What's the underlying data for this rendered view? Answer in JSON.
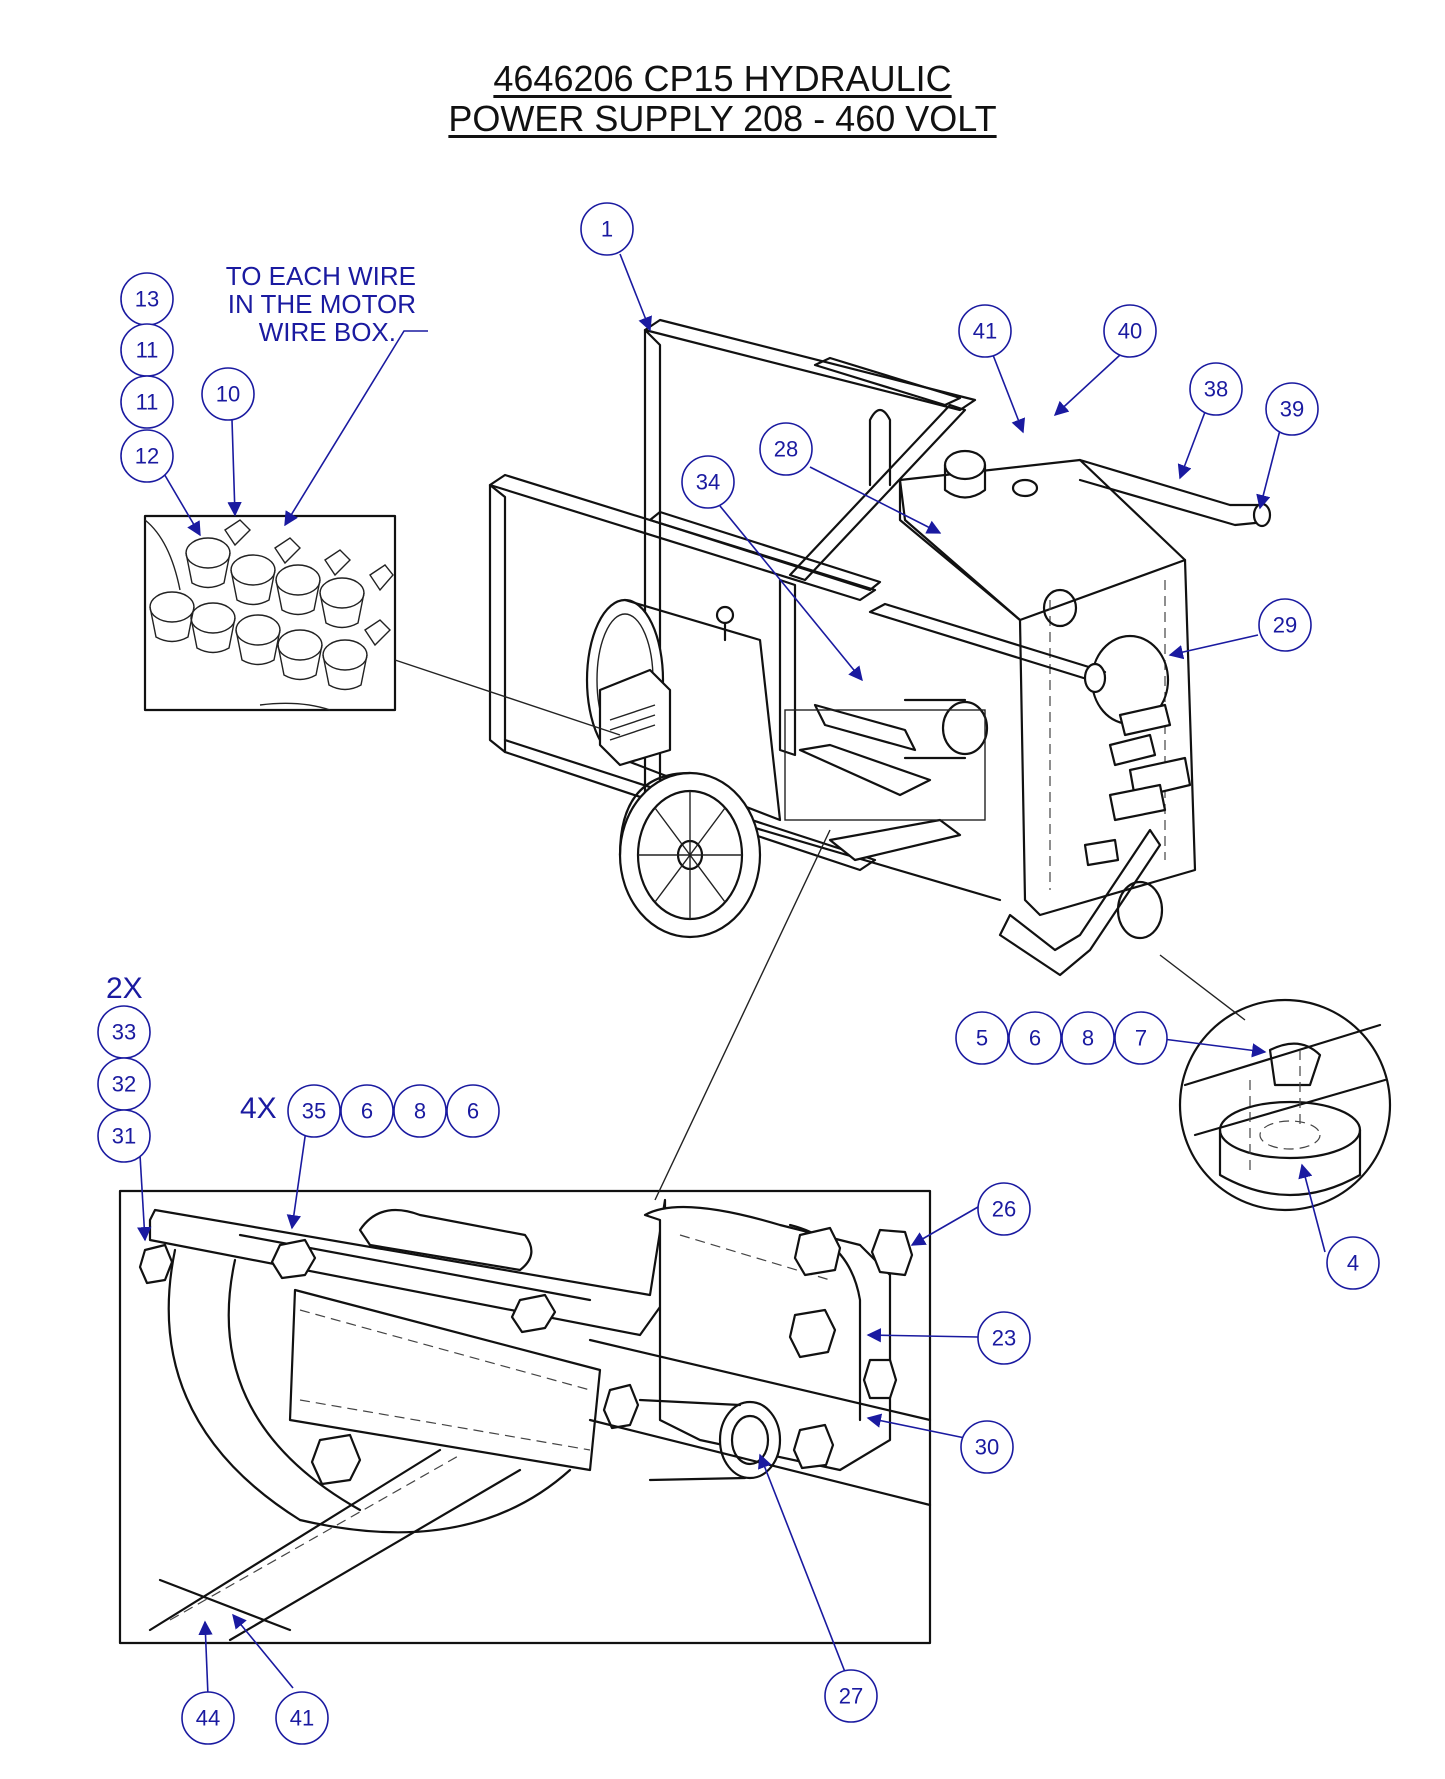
{
  "title": {
    "line1": "4646206 CP15 HYDRAULIC",
    "line2": "POWER SUPPLY 208 - 460 VOLT"
  },
  "notes": {
    "wire_note_line1": "TO EACH WIRE",
    "wire_note_line2": "IN THE MOTOR",
    "wire_note_line3": "WIRE BOX.",
    "mult_2x": "2X",
    "mult_4x": "4X"
  },
  "balloons": [
    {
      "id": "b1",
      "label": "1"
    },
    {
      "id": "b13",
      "label": "13"
    },
    {
      "id": "b11a",
      "label": "11"
    },
    {
      "id": "b11b",
      "label": "11"
    },
    {
      "id": "b12",
      "label": "12"
    },
    {
      "id": "b10",
      "label": "10"
    },
    {
      "id": "b41a",
      "label": "41"
    },
    {
      "id": "b40",
      "label": "40"
    },
    {
      "id": "b38",
      "label": "38"
    },
    {
      "id": "b39",
      "label": "39"
    },
    {
      "id": "b28",
      "label": "28"
    },
    {
      "id": "b34",
      "label": "34"
    },
    {
      "id": "b29",
      "label": "29"
    },
    {
      "id": "b5",
      "label": "5"
    },
    {
      "id": "b6a",
      "label": "6"
    },
    {
      "id": "b8a",
      "label": "8"
    },
    {
      "id": "b7",
      "label": "7"
    },
    {
      "id": "b4",
      "label": "4"
    },
    {
      "id": "b33",
      "label": "33"
    },
    {
      "id": "b32",
      "label": "32"
    },
    {
      "id": "b31",
      "label": "31"
    },
    {
      "id": "b35",
      "label": "35"
    },
    {
      "id": "b6b",
      "label": "6"
    },
    {
      "id": "b8b",
      "label": "8"
    },
    {
      "id": "b6c",
      "label": "6"
    },
    {
      "id": "b26",
      "label": "26"
    },
    {
      "id": "b23",
      "label": "23"
    },
    {
      "id": "b30",
      "label": "30"
    },
    {
      "id": "b27",
      "label": "27"
    },
    {
      "id": "b44",
      "label": "44"
    },
    {
      "id": "b41b",
      "label": "41"
    }
  ],
  "colors": {
    "callout": "#1a1aa0",
    "ink": "#111111",
    "background": "#ffffff"
  }
}
